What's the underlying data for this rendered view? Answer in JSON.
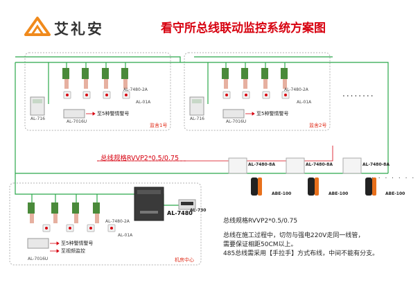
{
  "header": {
    "brand_name": "艾礼安",
    "title": "看守所总线联动监控系统方案图"
  },
  "colors": {
    "accent": "#d7000f",
    "bus_line": "#2aa84a",
    "brand_orange": "#f08a1c"
  },
  "zone1": {
    "room_label": "监舍1号",
    "keypad_label": "AL-716",
    "module_label": "AL-7016U",
    "ir_label_1": "AL-7480-2A",
    "ir_label_2": "AL-01A",
    "output_label": "至5种警情警号"
  },
  "zone2": {
    "room_label": "监舍2号",
    "keypad_label": "AL-716",
    "module_label": "AL-7016U",
    "ir_label_1": "AL-7480-2A",
    "ir_label_2": "AL-01A",
    "output_label": "至5种警情警号"
  },
  "zone3": {
    "room_label": "机房中心",
    "module_label": "AL-7016U",
    "ir_label_1": "AL-7480-2A",
    "ir_label_2": "AL-01A",
    "output_label_1": "至5种警情警号",
    "output_label_2": "至视频监控",
    "host_label": "AL-7480",
    "panel_label": "AL-730"
  },
  "detectors": [
    {
      "top_label": "AL-7480-8A",
      "bottom_label": "ABE-100"
    },
    {
      "top_label": "AL-7480-8A",
      "bottom_label": "ABE-100"
    },
    {
      "top_label": "AL-7480-8A",
      "bottom_label": "ABE-100"
    }
  ],
  "ellipsis_top": "........",
  "ellipsis_mid": ". . . . . . .",
  "bus_spec_label": "总线规格RVVP2*0.5/0.75",
  "notes": [
    "总线规格RVVP2*0.5/0.75",
    "总线在施工过程中，切勿与强电220V走同一线管，",
    "需要保证相距50CM以上。",
    "485总线需采用【手拉手】方式布线，中间不能有分支。"
  ]
}
